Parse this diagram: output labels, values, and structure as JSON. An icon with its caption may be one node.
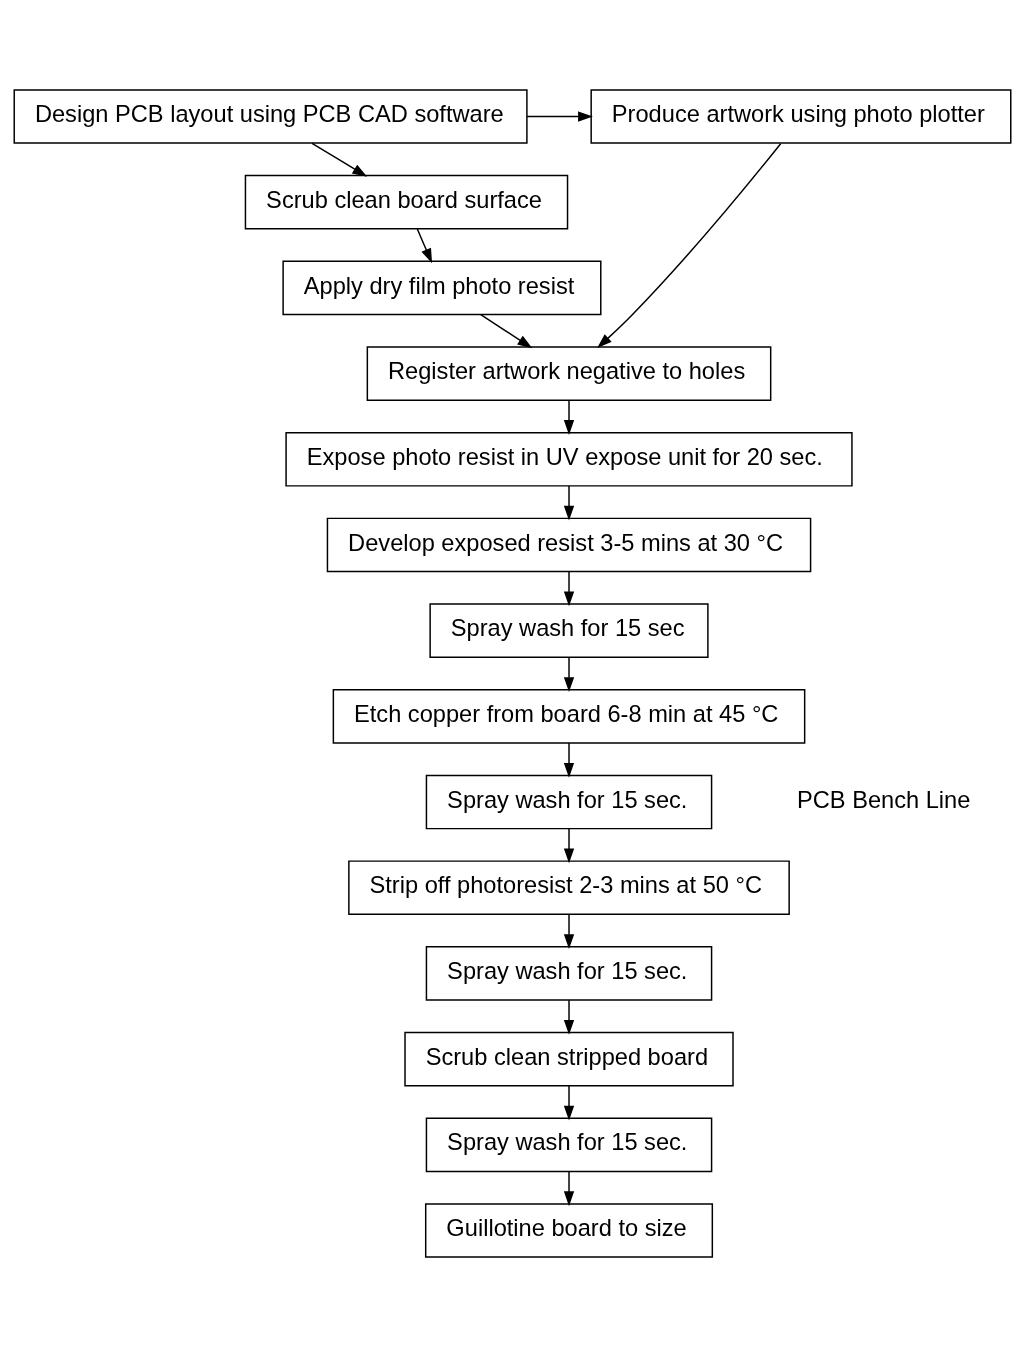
{
  "diagram": {
    "nodes": [
      {
        "text": [
          "Design PCB layout using PCB CAD software"
        ]
      },
      {
        "text": [
          "Produce artwork using photo plotter"
        ]
      },
      {
        "text": [
          "Scrub clean board surface"
        ]
      },
      {
        "text": [
          "Apply dry film photo resist"
        ]
      },
      {
        "text": [
          "Register artwork negative to holes"
        ]
      },
      {
        "text": [
          "Expose photo resist in UV expose unit for 20 sec."
        ]
      },
      {
        "text": [
          "Develop exposed resist 3-5 mins at 30 °C"
        ]
      },
      {
        "text": [
          "Spray wash for 15 sec"
        ]
      },
      {
        "text": [
          "Etch copper from board 6-8 min at 45 °C"
        ]
      },
      {
        "text": [
          "Spray wash for 15 sec."
        ]
      },
      {
        "text": [
          "Strip off photoresist 2-3 mins at 50 °C"
        ]
      },
      {
        "text": [
          "Spray wash for 15 sec."
        ]
      },
      {
        "text": [
          "Scrub clean stripped board"
        ]
      },
      {
        "text": [
          "Spray wash for 15 sec."
        ]
      },
      {
        "text": [
          "Guillotine board to size"
        ]
      }
    ],
    "edges": [
      {
        "from": 0,
        "to": 1,
        "arrow": "to"
      },
      {
        "from": 0,
        "to": 2,
        "arrow": "to"
      },
      {
        "from": 2,
        "to": 3,
        "arrow": "to"
      },
      {
        "from": 3,
        "to": 4,
        "arrow": "to"
      },
      {
        "from": 1,
        "to": 4,
        "arrow": "to"
      },
      {
        "from": 4,
        "to": 5,
        "arrow": "to"
      },
      {
        "from": 5,
        "to": 6,
        "arrow": "to"
      },
      {
        "from": 6,
        "to": 7,
        "arrow": "to"
      },
      {
        "from": 7,
        "to": 8,
        "arrow": "to"
      },
      {
        "from": 8,
        "to": 9,
        "arrow": "to"
      },
      {
        "from": 9,
        "to": 10,
        "arrow": "to"
      },
      {
        "from": 10,
        "to": 11,
        "arrow": "to"
      },
      {
        "from": 11,
        "to": 12,
        "arrow": "to"
      },
      {
        "from": 12,
        "to": 13,
        "arrow": "to"
      },
      {
        "from": 13,
        "to": 14,
        "arrow": "to"
      }
    ],
    "labels": [
      "PCB Bench Line"
    ]
  }
}
